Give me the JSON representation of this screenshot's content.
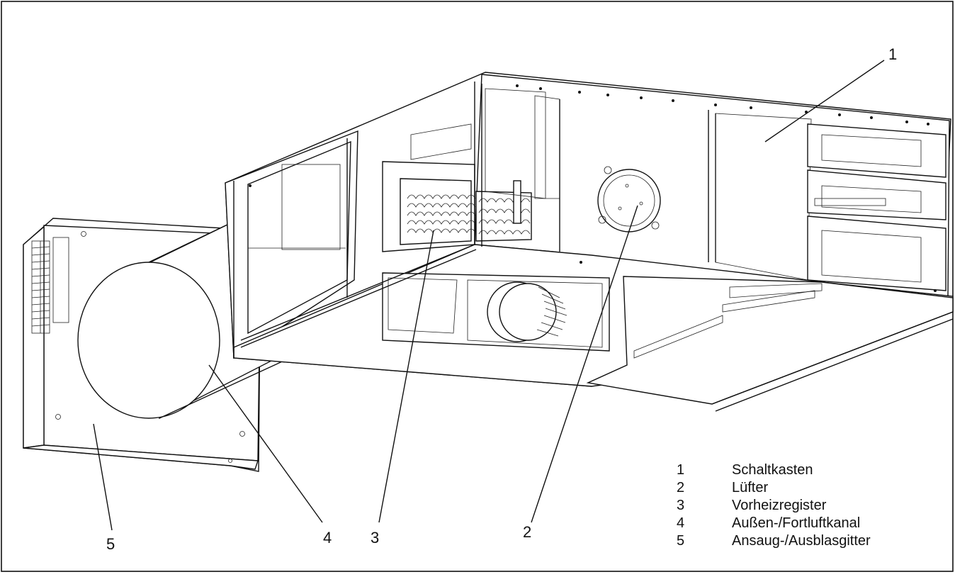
{
  "callouts": [
    {
      "number": "1"
    },
    {
      "number": "2"
    },
    {
      "number": "3"
    },
    {
      "number": "4"
    },
    {
      "number": "5"
    }
  ],
  "legend": [
    {
      "number": "1",
      "text": "Schaltkasten"
    },
    {
      "number": "2",
      "text": "Lüfter"
    },
    {
      "number": "3",
      "text": "Vorheizregister"
    },
    {
      "number": "4",
      "text": "Außen-/Fortluftkanal"
    },
    {
      "number": "5",
      "text": "Ansaug-/Ausblasgitter"
    }
  ]
}
